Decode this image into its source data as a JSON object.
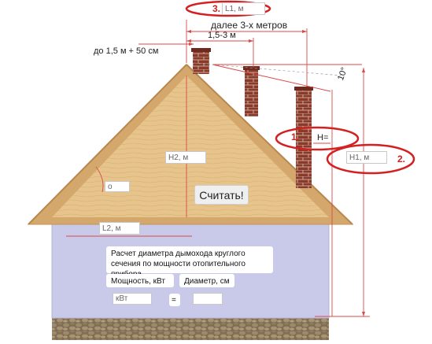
{
  "dimensions": {
    "l1_label": "L1, м",
    "beyond_3m": "далее 3-х метров",
    "range_1_5_3m": "1,5-3 м",
    "up_to_1_5m": "до 1,5 м + 50 см",
    "angle_10": "10°",
    "h_equals": "H=",
    "marker_1": "1.",
    "marker_2": "2.",
    "marker_3": "3."
  },
  "inputs": {
    "l1": "L1, м",
    "h1": "H1, м",
    "h2": "H2, м",
    "angle": "о",
    "l2": "L2, м"
  },
  "calculate_button": "Считать!",
  "calculator": {
    "title": "Расчет диаметра дымохода круглого сечения по мощности отопительного прибора",
    "power_label": "Мощность, кВт",
    "diameter_label": "Диаметр, см",
    "power_placeholder": "кВт",
    "equals": "=",
    "diameter_value": ""
  },
  "colors": {
    "roof": "#d9b27a",
    "gable": "#e9c98f",
    "wall": "#c8c8e8",
    "foundation": "#8a7a62",
    "chimney": "#8b3a2a",
    "dimension_line": "#d84a4a",
    "annotation_ring": "#d42020"
  }
}
